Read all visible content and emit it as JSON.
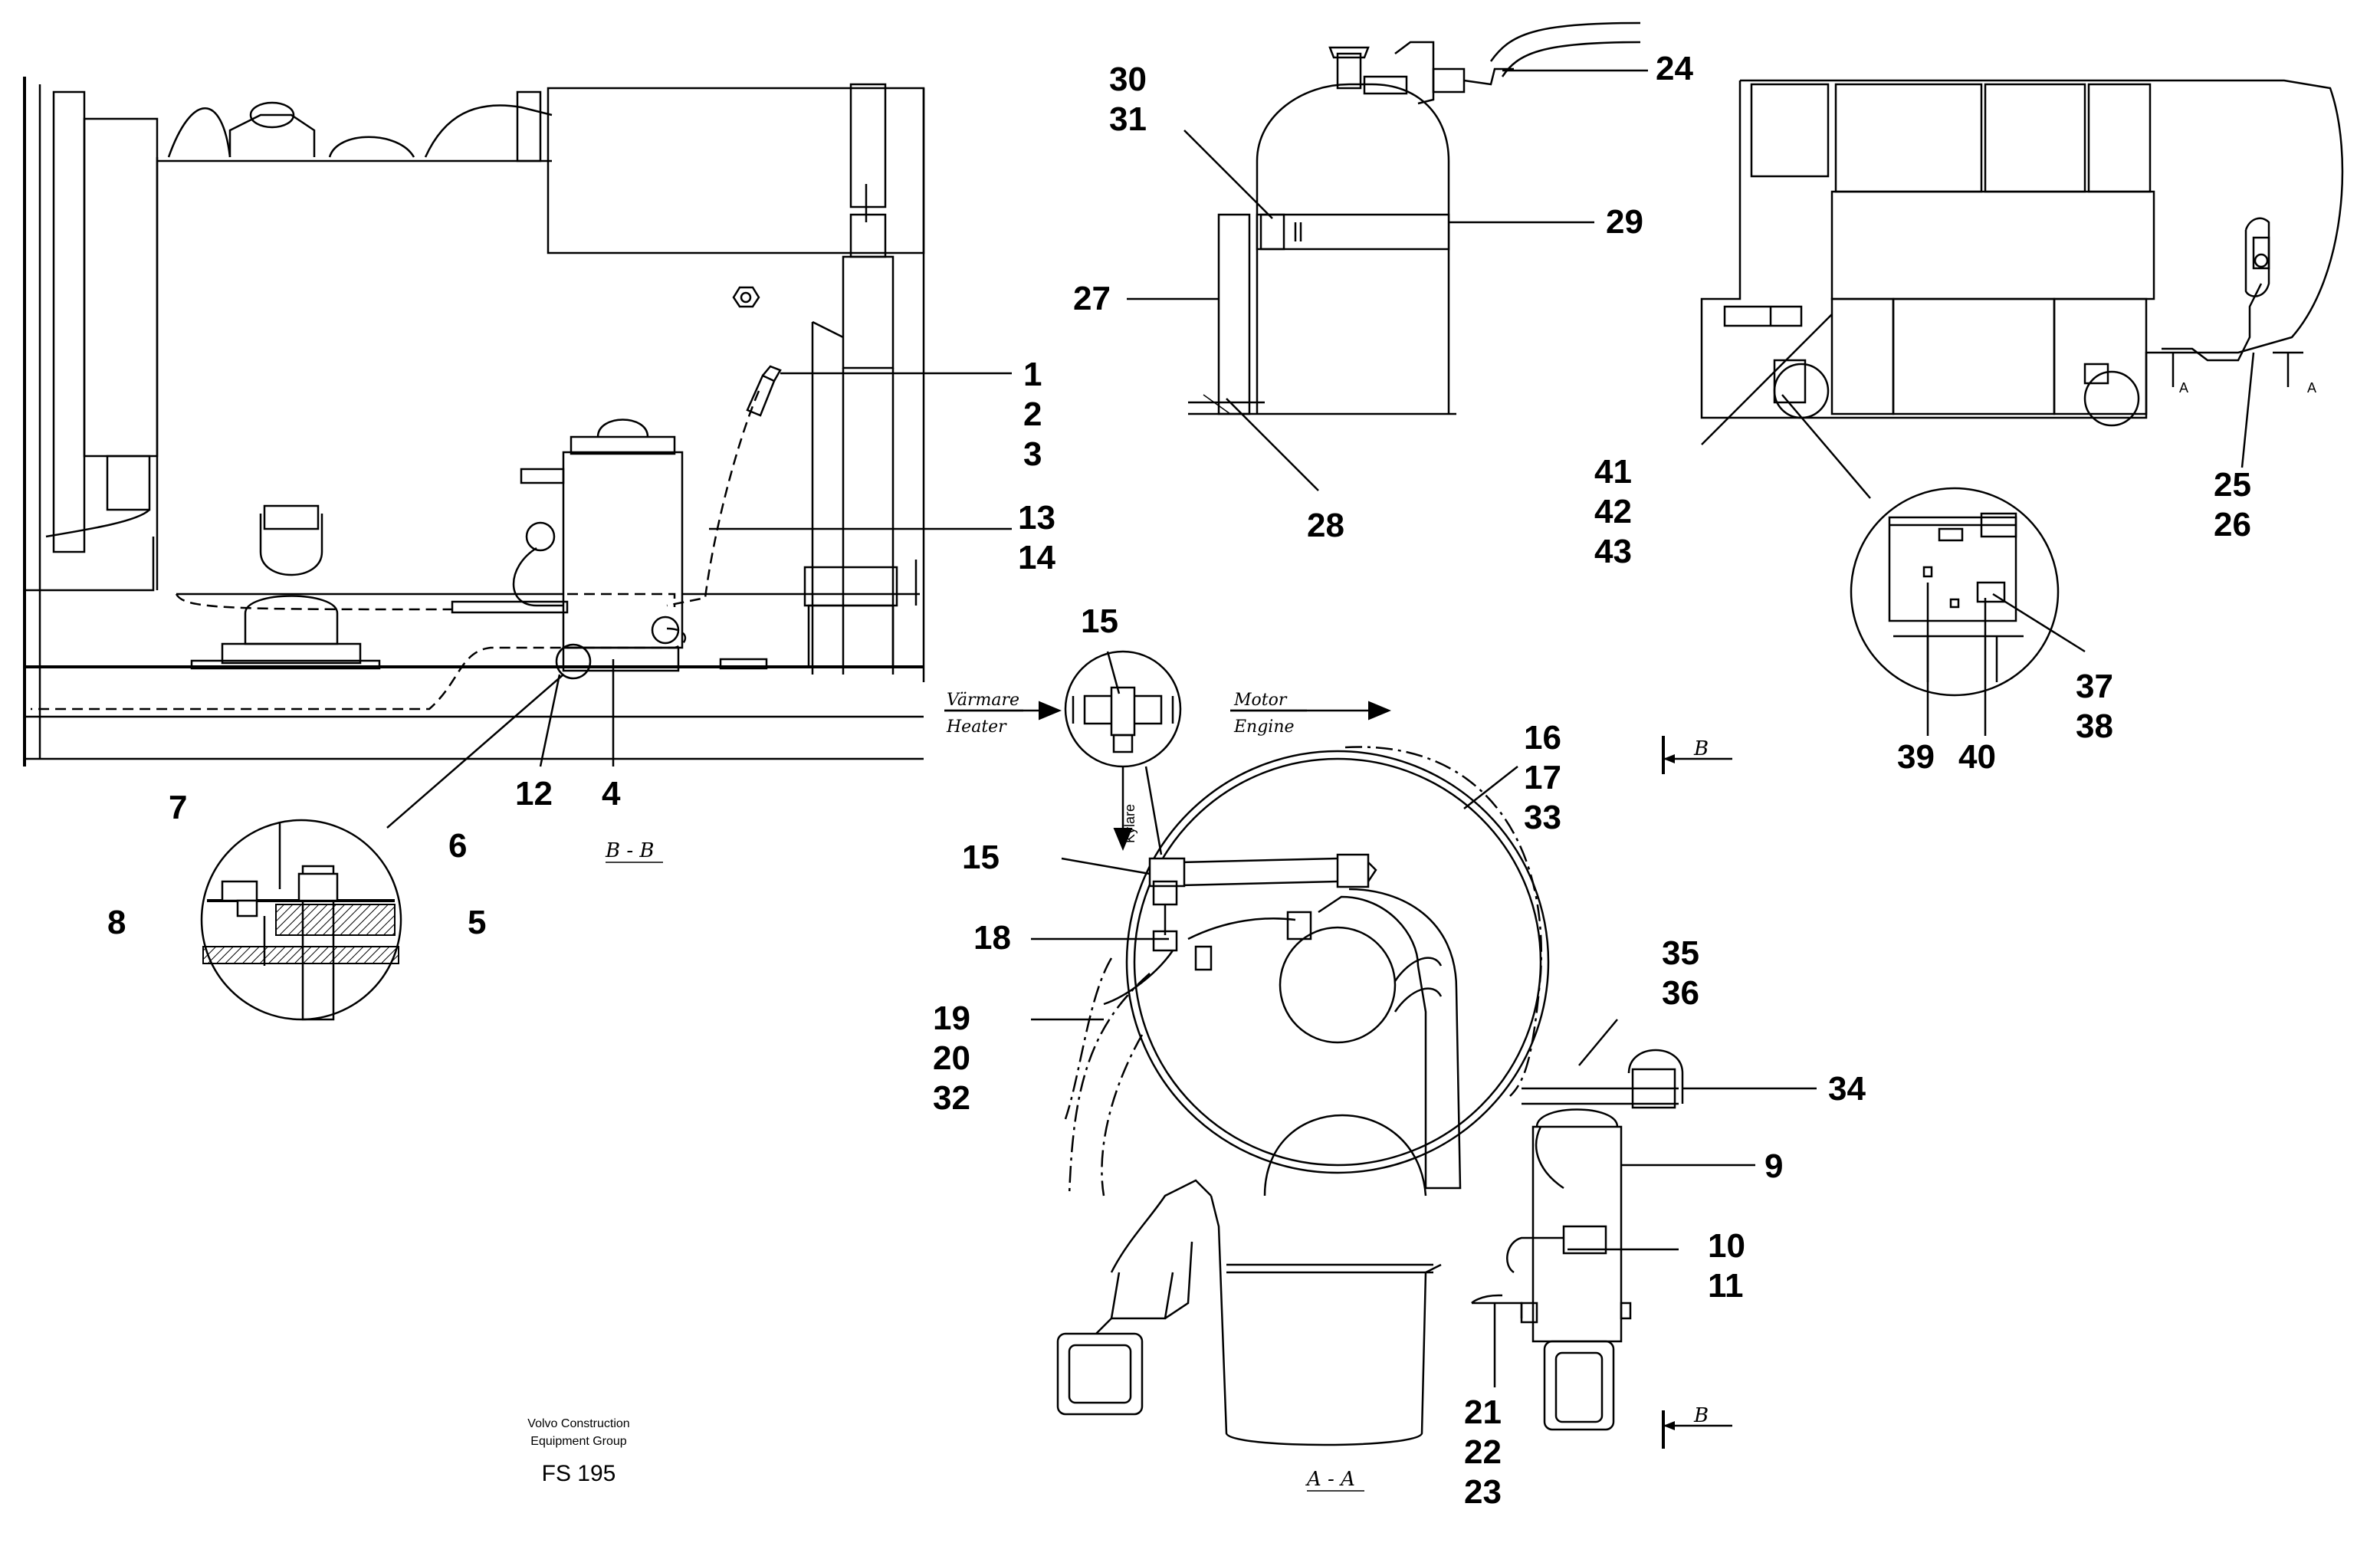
{
  "callouts": {
    "c1": "1",
    "c2": "2",
    "c3": "3",
    "c4": "4",
    "c5": "5",
    "c6": "6",
    "c7": "7",
    "c8": "8",
    "c9": "9",
    "c10": "10",
    "c11": "11",
    "c12": "12",
    "c13": "13",
    "c14": "14",
    "c15a": "15",
    "c15b": "15",
    "c16": "16",
    "c17": "17",
    "c33": "33",
    "c18": "18",
    "c19": "19",
    "c20": "20",
    "c32": "32",
    "c21": "21",
    "c22": "22",
    "c23": "23",
    "c24": "24",
    "c25": "25",
    "c26": "26",
    "c27": "27",
    "c28": "28",
    "c29": "29",
    "c30": "30",
    "c31": "31",
    "c34": "34",
    "c35": "35",
    "c36": "36",
    "c37": "37",
    "c38": "38",
    "c39": "39",
    "c40": "40",
    "c41": "41",
    "c42": "42",
    "c43": "43"
  },
  "sections": {
    "bb": "B - B",
    "aa": "A - A",
    "b_top": "B",
    "b_bottom": "B",
    "a_left": "A",
    "a_right": "A"
  },
  "flow": {
    "heater_sv": "Värmare",
    "heater_en": "Heater",
    "engine_sv": "Motor",
    "engine_en": "Engine",
    "down_label": "Kylare"
  },
  "footer": {
    "company_line1": "Volvo Construction",
    "company_line2": "Equipment Group",
    "code": "FS 195"
  }
}
